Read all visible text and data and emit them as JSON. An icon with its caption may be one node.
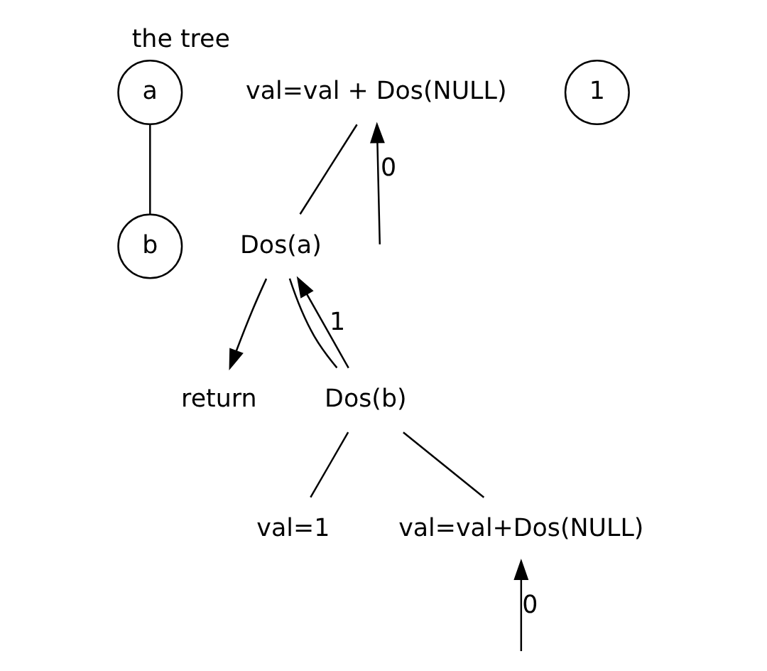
{
  "diagram": {
    "title": "the tree",
    "nodes": [
      {
        "text": [
          "a"
        ]
      },
      {
        "text": [
          "b"
        ]
      },
      {
        "text": [
          "Dos(a)"
        ]
      },
      {
        "text": [
          "return"
        ]
      },
      {
        "text": [
          "1"
        ]
      },
      {
        "text": [
          "Dos(b)"
        ]
      },
      {
        "text": [
          "val=val + Dos(NULL)"
        ]
      },
      {
        "text": [
          "val=1"
        ]
      },
      {
        "text": [
          "val=val+Dos(NULL)"
        ]
      }
    ],
    "edges": [
      {
        "from": 0,
        "to": 1,
        "arrow": "none"
      },
      {
        "from": 2,
        "to": 3,
        "arrow": "to"
      },
      {
        "from": 2,
        "to": 5,
        "arrow": "none"
      },
      {
        "from": 5,
        "to": 2,
        "arrow": "to",
        "label": "1"
      },
      {
        "from": 6,
        "to": 2,
        "arrow": "none"
      },
      {
        "from": null,
        "to": 6,
        "arrow": "to",
        "label": "0"
      },
      {
        "from": 5,
        "to": 7,
        "arrow": "none"
      },
      {
        "from": 5,
        "to": 8,
        "arrow": "none"
      },
      {
        "from": null,
        "to": 8,
        "arrow": "to",
        "label": "0"
      }
    ]
  }
}
